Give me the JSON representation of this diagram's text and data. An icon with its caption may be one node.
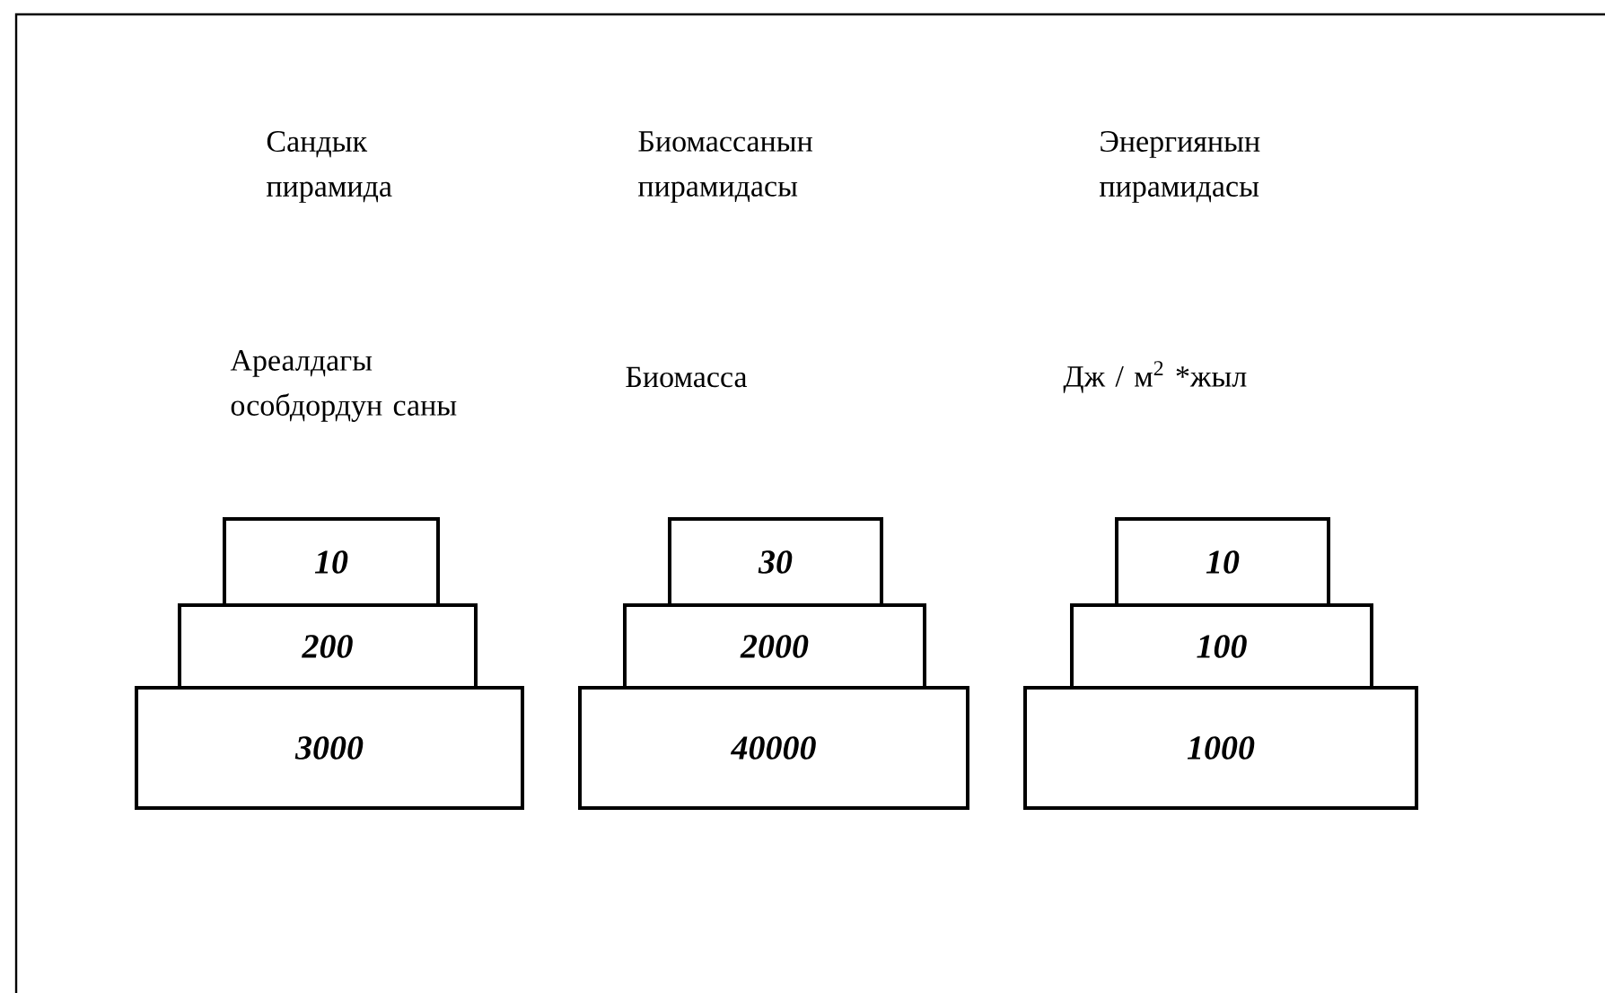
{
  "diagram": {
    "nodes": [
      {
        "text": [
          "10"
        ]
      },
      {
        "text": [
          "200"
        ]
      },
      {
        "text": [
          "3000"
        ]
      },
      {
        "text": [
          "30"
        ]
      },
      {
        "text": [
          "2000"
        ]
      },
      {
        "text": [
          "40000"
        ]
      },
      {
        "text": [
          "10"
        ]
      },
      {
        "text": [
          "100"
        ]
      },
      {
        "text": [
          "1000"
        ]
      }
    ],
    "labels": [
      "Сандык пирамида",
      "Биомассанын пирамидасы",
      "Энергиянын пирамидасы",
      "Ареалдагы особдордун саны",
      "Биомасса",
      "Дж / м$^{2}$ *жыл"
    ]
  }
}
